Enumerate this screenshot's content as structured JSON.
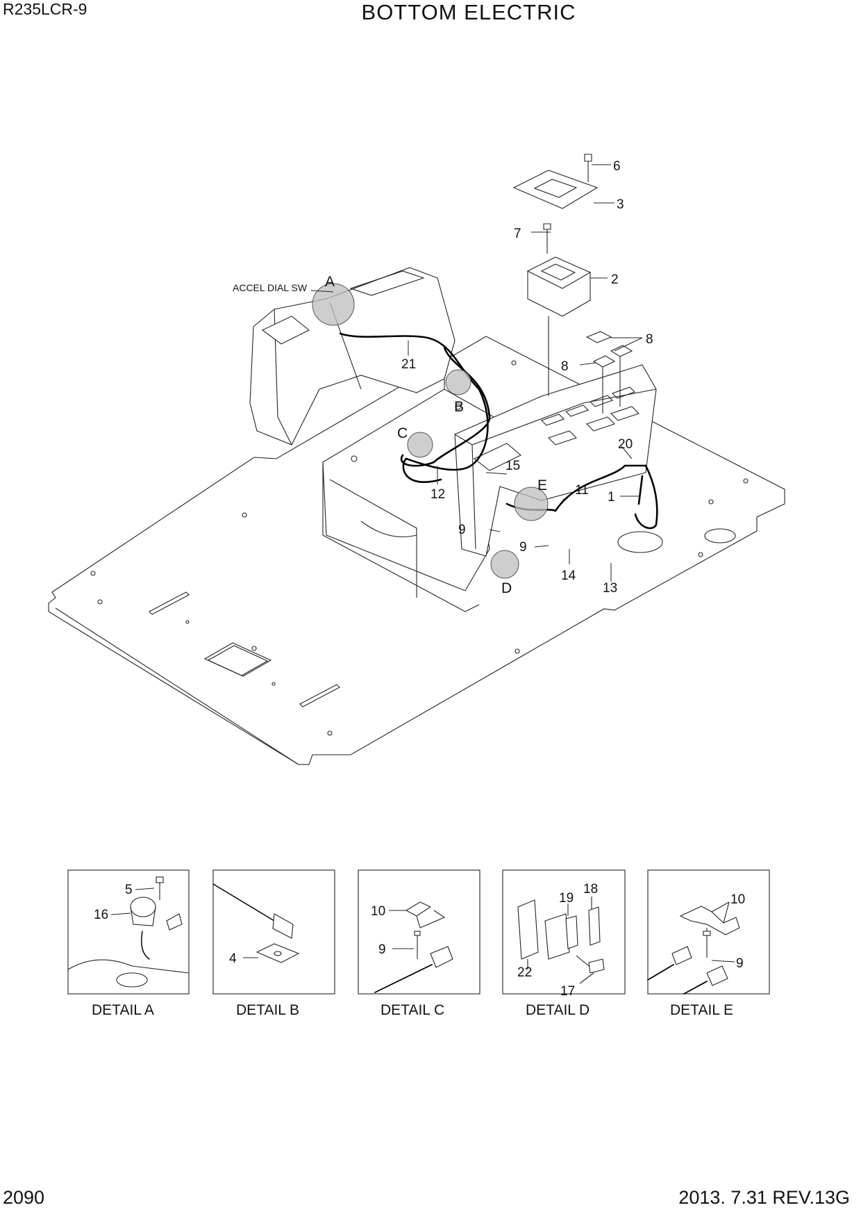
{
  "header": {
    "model": "R235LCR-9",
    "title": "BOTTOM ELECTRIC"
  },
  "footer": {
    "page_number": "2090",
    "revision": "2013. 7.31  REV.13G"
  },
  "main_drawing": {
    "callouts": {
      "c1": "1",
      "c2": "2",
      "c3": "3",
      "c6": "6",
      "c7": "7",
      "c8a": "8",
      "c8b": "8",
      "c9a": "9",
      "c9b": "9",
      "c11": "11",
      "c12": "12",
      "c13": "13",
      "c14": "14",
      "c15": "15",
      "c20": "20",
      "c21": "21"
    },
    "detail_markers": {
      "a": "A",
      "b": "B",
      "c": "C",
      "d": "D",
      "e": "E"
    },
    "annotation": "ACCEL DIAL SW"
  },
  "details": [
    {
      "label": "DETAIL A",
      "callouts": [
        "5",
        "16"
      ]
    },
    {
      "label": "DETAIL B",
      "callouts": [
        "4"
      ]
    },
    {
      "label": "DETAIL C",
      "callouts": [
        "10",
        "9"
      ]
    },
    {
      "label": "DETAIL D",
      "callouts": [
        "19",
        "18",
        "22",
        "17"
      ]
    },
    {
      "label": "DETAIL E",
      "callouts": [
        "10",
        "9"
      ]
    }
  ]
}
